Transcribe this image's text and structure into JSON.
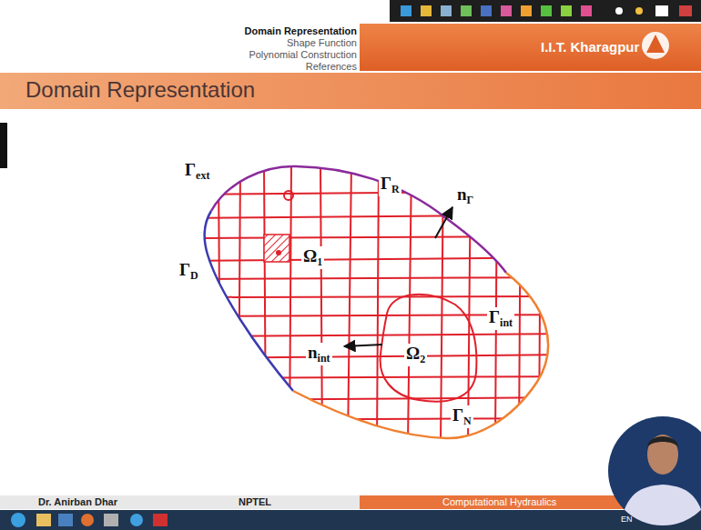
{
  "diagram": {
    "title": "Domain Representation",
    "labels": [
      "Domain Representation",
      "Shape Function",
      "Polynomial Construction",
      "References",
      "I.I.T. Kharagpur",
      "Γext",
      "ΓR",
      "nΓ",
      "ΓD",
      "Ω1",
      "Γint",
      "nint",
      "Ω2",
      "ΓN",
      "Dr. Anirban Dhar",
      "NPTEL",
      "Computational Hydraulics",
      "EN"
    ]
  }
}
